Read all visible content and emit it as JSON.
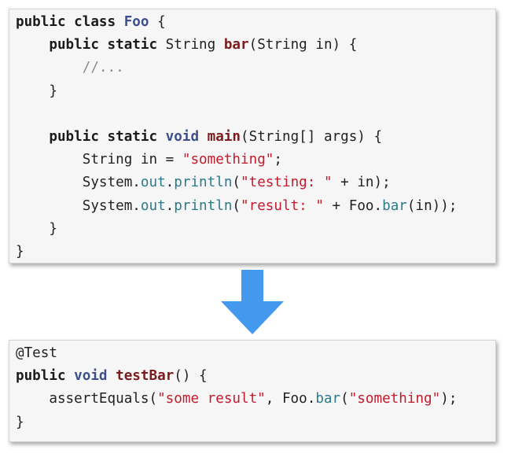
{
  "source_code": {
    "lines": [
      [
        {
          "t": "kw",
          "s": "public class "
        },
        {
          "t": "cls",
          "s": "Foo"
        },
        {
          "t": "pl",
          "s": " {"
        }
      ],
      [
        {
          "t": "pl",
          "s": "    "
        },
        {
          "t": "kw",
          "s": "public static "
        },
        {
          "t": "pl",
          "s": "String "
        },
        {
          "t": "fn",
          "s": "bar"
        },
        {
          "t": "pl",
          "s": "(String in) {"
        }
      ],
      [
        {
          "t": "pl",
          "s": "        "
        },
        {
          "t": "com",
          "s": "//..."
        }
      ],
      [
        {
          "t": "pl",
          "s": "    }"
        }
      ],
      [
        {
          "t": "pl",
          "s": ""
        }
      ],
      [
        {
          "t": "pl",
          "s": "    "
        },
        {
          "t": "kw",
          "s": "public static "
        },
        {
          "t": "cls",
          "s": "void "
        },
        {
          "t": "fn",
          "s": "main"
        },
        {
          "t": "pl",
          "s": "(String[] args) {"
        }
      ],
      [
        {
          "t": "pl",
          "s": "        String in = "
        },
        {
          "t": "str",
          "s": "\"something\""
        },
        {
          "t": "pl",
          "s": ";"
        }
      ],
      [
        {
          "t": "pl",
          "s": "        System."
        },
        {
          "t": "fld",
          "s": "out"
        },
        {
          "t": "pl",
          "s": "."
        },
        {
          "t": "fld",
          "s": "println"
        },
        {
          "t": "pl",
          "s": "("
        },
        {
          "t": "str",
          "s": "\"testing: \""
        },
        {
          "t": "pl",
          "s": " + in);"
        }
      ],
      [
        {
          "t": "pl",
          "s": "        System."
        },
        {
          "t": "fld",
          "s": "out"
        },
        {
          "t": "pl",
          "s": "."
        },
        {
          "t": "fld",
          "s": "println"
        },
        {
          "t": "pl",
          "s": "("
        },
        {
          "t": "str",
          "s": "\"result: \""
        },
        {
          "t": "pl",
          "s": " + Foo."
        },
        {
          "t": "fld",
          "s": "bar"
        },
        {
          "t": "pl",
          "s": "(in));"
        }
      ],
      [
        {
          "t": "pl",
          "s": "    }"
        }
      ],
      [
        {
          "t": "pl",
          "s": "}"
        }
      ]
    ]
  },
  "test_code": {
    "lines": [
      [
        {
          "t": "pl",
          "s": "@Test"
        }
      ],
      [
        {
          "t": "kw",
          "s": "public "
        },
        {
          "t": "cls",
          "s": "void "
        },
        {
          "t": "fn",
          "s": "testBar"
        },
        {
          "t": "pl",
          "s": "() {"
        }
      ],
      [
        {
          "t": "pl",
          "s": "    assertEquals("
        },
        {
          "t": "str",
          "s": "\"some result\""
        },
        {
          "t": "pl",
          "s": ", Foo."
        },
        {
          "t": "fld",
          "s": "bar"
        },
        {
          "t": "pl",
          "s": "("
        },
        {
          "t": "str",
          "s": "\"something\""
        },
        {
          "t": "pl",
          "s": ");"
        }
      ],
      [
        {
          "t": "pl",
          "s": "}"
        }
      ]
    ]
  },
  "arrow": {
    "icon": "arrow-down-icon",
    "color": "#4499ee"
  },
  "colors": {
    "panel_background": "#f6f6f6",
    "keyword": "#1b1b1b",
    "class_name": "#3d4f8a",
    "method_name": "#7b1b1b",
    "string_literal": "#c41a2c",
    "field_reference": "#2b7a8c",
    "comment": "#8a8a8a"
  }
}
